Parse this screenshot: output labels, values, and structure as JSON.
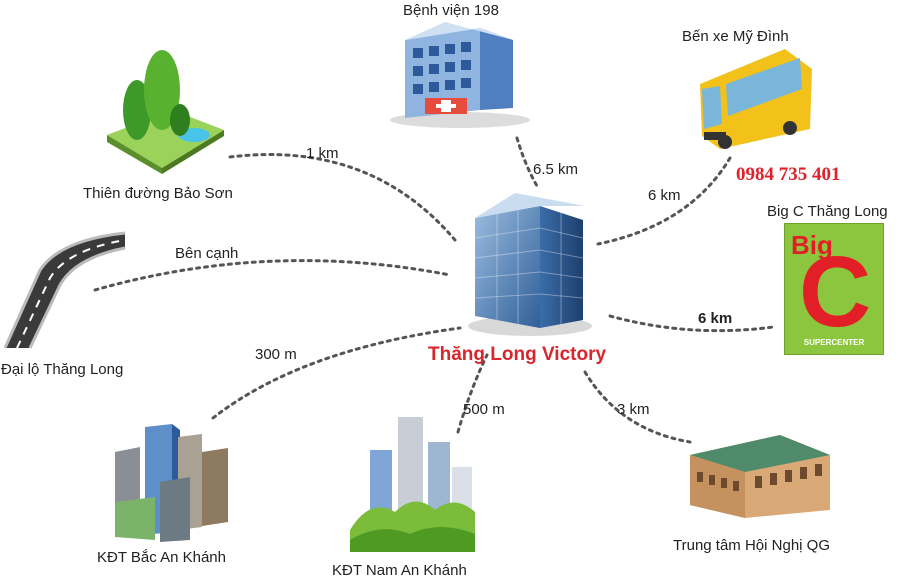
{
  "center": {
    "label": "Thăng Long Victory"
  },
  "phone": "0984 735 401",
  "places": {
    "benh_vien": {
      "label": "Bệnh viện 198",
      "distance": "6.5 km"
    },
    "ben_xe": {
      "label": "Bến xe Mỹ Đình",
      "distance": "6 km"
    },
    "thien_duong": {
      "label": "Thiên đường Bảo Sơn",
      "distance": "1 km"
    },
    "dai_lo": {
      "label": "Đại lộ Thăng Long",
      "distance": "Bên cạnh"
    },
    "big_c": {
      "label": "Big C Thăng Long",
      "distance": "6 km",
      "logo_top": "Big",
      "logo_letter": "C",
      "logo_bottom": "SUPERCENTER"
    },
    "bac_an_khanh": {
      "label": "KĐT Bắc An Khánh",
      "distance": "300 m"
    },
    "nam_an_khanh": {
      "label": "KĐT Nam An Khánh",
      "distance": "500 m"
    },
    "hoi_nghi": {
      "label": "Trung tâm Hội Nghị QG",
      "distance": "3 km"
    }
  },
  "colors": {
    "accent_red": "#d8262c",
    "bigc_green": "#8cc63f",
    "bigc_red": "#e21f26",
    "connector": "#555555"
  }
}
